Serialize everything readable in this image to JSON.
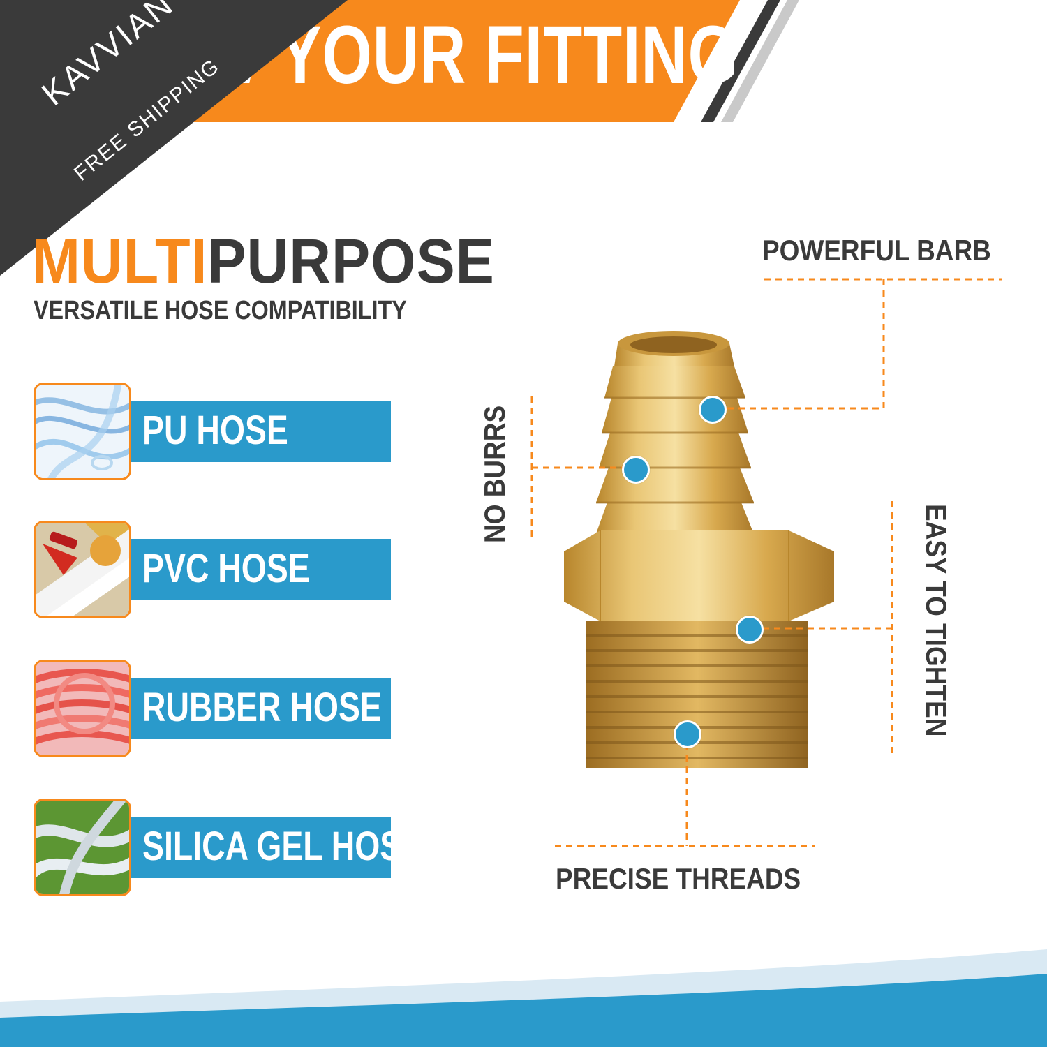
{
  "header": {
    "title": "KNOW YOUR FITTING",
    "colors": {
      "orange": "#f7891c",
      "dark": "#3a3a3a",
      "blue": "#2a9acb"
    }
  },
  "corner_ribbon": {
    "brand": "KAVVIAN",
    "tagline": "FREE SHIPPING"
  },
  "multipurpose": {
    "title_part1": "MULTI",
    "title_part2": "PURPOSE",
    "subtitle": "VERSATILE HOSE COMPATIBILITY"
  },
  "hoses": [
    {
      "label": "PU HOSE",
      "icon": "clear-blue-tubing-coil"
    },
    {
      "label": "PVC HOSE",
      "icon": "pipe-cutter-on-white-pipe"
    },
    {
      "label": "RUBBER HOSE",
      "icon": "red-rubber-hose-coil"
    },
    {
      "label": "SILICA GEL HOSE",
      "icon": "braided-hose-on-grass"
    }
  ],
  "product": {
    "image": "brass-hose-barb-fitting"
  },
  "callouts": {
    "barb": "POWERFUL BARB",
    "burrs": "NO BURRS",
    "tighten": "EASY TO TIGHTEN",
    "threads": "PRECISE THREADS"
  }
}
